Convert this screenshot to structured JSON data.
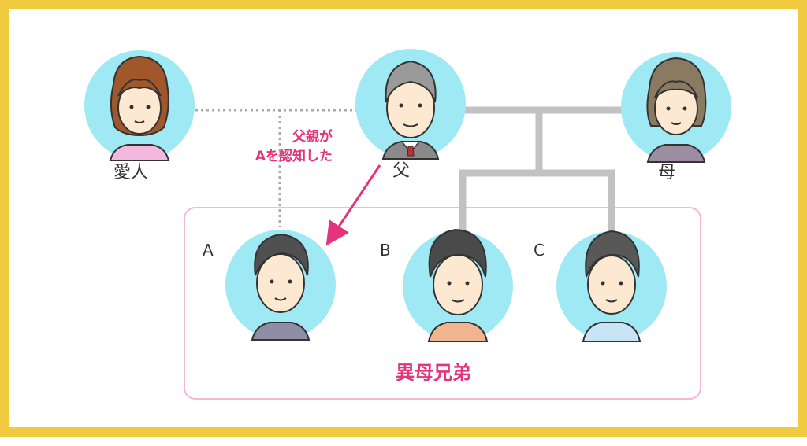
{
  "people": {
    "mistress": {
      "label": "愛人"
    },
    "father": {
      "label": "父"
    },
    "mother": {
      "label": "母"
    },
    "childA": {
      "label": "A"
    },
    "childB": {
      "label": "B"
    },
    "childC": {
      "label": "C"
    }
  },
  "annotation": {
    "line1": "父親が",
    "line2": "Aを認知した"
  },
  "group": {
    "title": "異母兄弟"
  },
  "colors": {
    "border": "#f0ca3f",
    "accent": "#e5337e",
    "circle": "#9ee9f4",
    "connector": "#bfbfbf",
    "group_box": "#f3b8d8"
  }
}
